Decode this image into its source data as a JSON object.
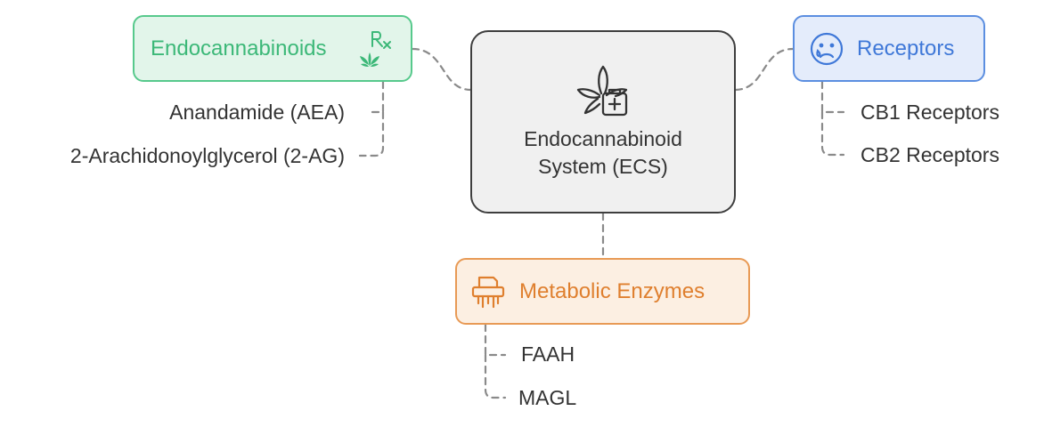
{
  "center": {
    "title": "Endocannabinoid System (ECS)",
    "icon": "cannabis-medical-kit-icon"
  },
  "topics": {
    "endocannabinoids": {
      "label": "Endocannabinoids",
      "icon": "cannabis-prescription-icon",
      "children": [
        "Anandamide (AEA)",
        "2-Arachidonoylglycerol (2-AG)"
      ]
    },
    "receptors": {
      "label": "Receptors",
      "icon": "sad-face-icon",
      "children": [
        "CB1 Receptors",
        "CB2 Receptors"
      ]
    },
    "metabolic_enzymes": {
      "label": "Metabolic Enzymes",
      "icon": "shredder-icon",
      "children": [
        "FAAH",
        "MAGL"
      ]
    }
  },
  "colors": {
    "endo_bg": "#e2f5ea",
    "endo_border": "#57c98c",
    "endo_text": "#3cb878",
    "rec_bg": "#e4ecfb",
    "rec_border": "#5b8ee0",
    "rec_text": "#3f78d8",
    "met_bg": "#fcefe2",
    "met_border": "#e89a55",
    "met_text": "#df7f2e",
    "center_border": "#3e3e3e",
    "connector": "#8a8a8a"
  }
}
